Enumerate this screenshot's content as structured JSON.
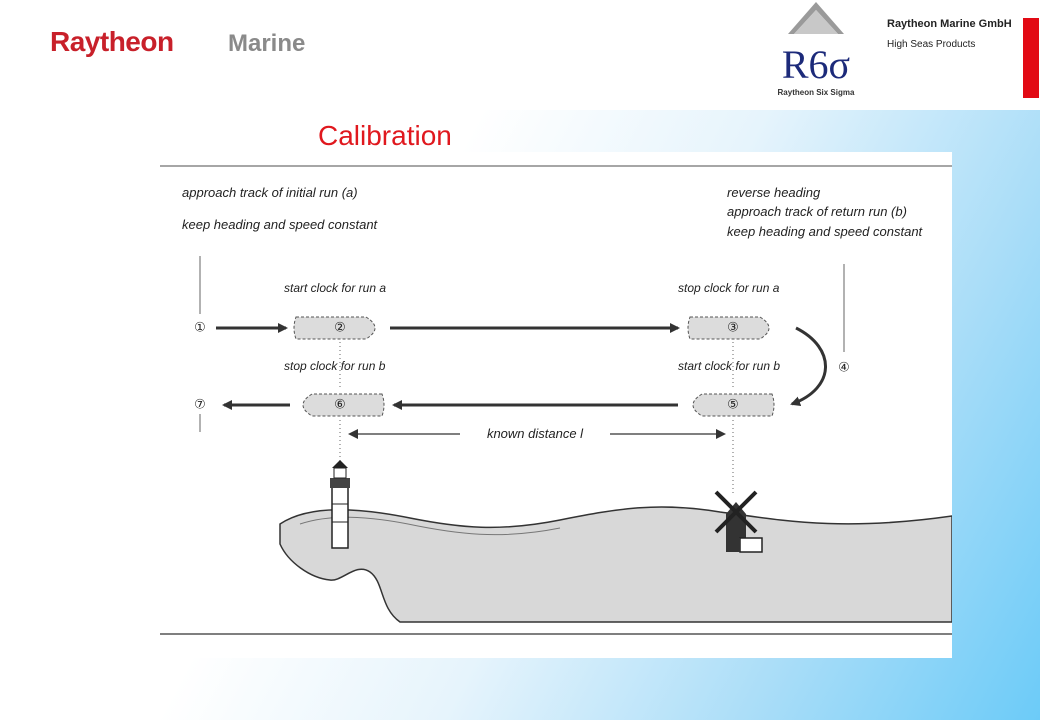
{
  "header": {
    "logo_raytheon": "Raytheon",
    "logo_marine": "Marine",
    "r6_logo_letters": "R6σ",
    "r6_logo_caption": "Raytheon Six Sigma",
    "company_name": "Raytheon Marine GmbH",
    "division": "High Seas Products"
  },
  "title": "Calibration",
  "diagram": {
    "initial_run_line1": "approach track of initial run (a)",
    "initial_run_line2": "keep heading and speed constant",
    "return_line1": "reverse heading",
    "return_line2": "approach track of return run (b)",
    "return_line3": "keep heading and speed constant",
    "start_clock_a": "start clock for run a",
    "stop_clock_a": "stop clock for run a",
    "stop_clock_b": "stop clock for run b",
    "start_clock_b": "start clock for run b",
    "known_distance": "known distance l",
    "markers": [
      "①",
      "②",
      "③",
      "④",
      "⑤",
      "⑥",
      "⑦"
    ]
  },
  "colors": {
    "brand_red": "#c8202a",
    "title_red": "#e0181e",
    "accent_bar": "#e20a14",
    "logo_navy": "#1c2a7a"
  }
}
